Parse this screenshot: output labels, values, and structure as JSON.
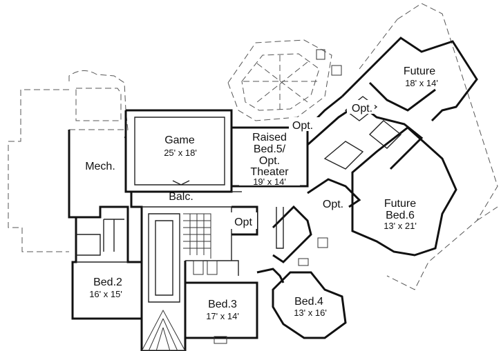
{
  "rooms": {
    "future_top": {
      "name": "Future",
      "size": "18' x 14'"
    },
    "game": {
      "name": "Game",
      "size": "25' x 18'"
    },
    "raised": {
      "line1": "Raised",
      "line2": "Bed.5/",
      "line3": "Opt.",
      "line4": "Theater",
      "size": "19' x 14'"
    },
    "mech": {
      "name": "Mech."
    },
    "balc": {
      "name": "Balc."
    },
    "future_bed6": {
      "line1": "Future",
      "line2": "Bed.6",
      "size": "13' x 21'"
    },
    "bed2": {
      "name": "Bed.2",
      "size": "16' x 15'"
    },
    "bed3": {
      "name": "Bed.3",
      "size": "17' x 14'"
    },
    "bed4": {
      "name": "Bed.4",
      "size": "13' x 16'"
    }
  },
  "opt_labels": {
    "opt_a": "Opt.",
    "opt_b": "Opt.",
    "opt_c": "Opt.",
    "opt_d": "Opt"
  }
}
